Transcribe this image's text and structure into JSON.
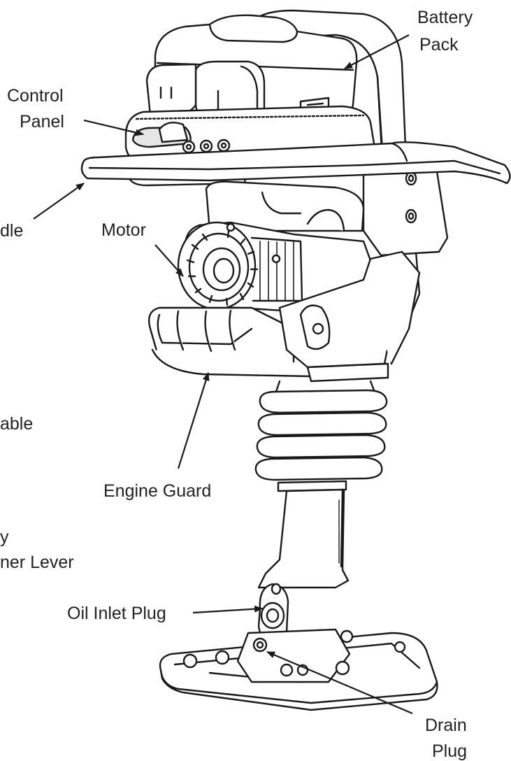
{
  "figure": {
    "labels": {
      "battery_pack_1": "Battery",
      "battery_pack_2": "Pack",
      "control_panel_1": "Control",
      "control_panel_2": "Panel",
      "handle_partial": "dle",
      "motor": "Motor",
      "cable_partial": "able",
      "lever_partial_1": "y",
      "lever_partial_2": "ner Lever",
      "engine_guard": "Engine Guard",
      "oil_inlet_plug": "Oil Inlet Plug",
      "drain_plug_1": "Drain",
      "drain_plug_2": "Plug"
    },
    "colors": {
      "line": "#1a1a1a",
      "fill": "#ffffff",
      "shade": "#e6e6e6"
    }
  }
}
